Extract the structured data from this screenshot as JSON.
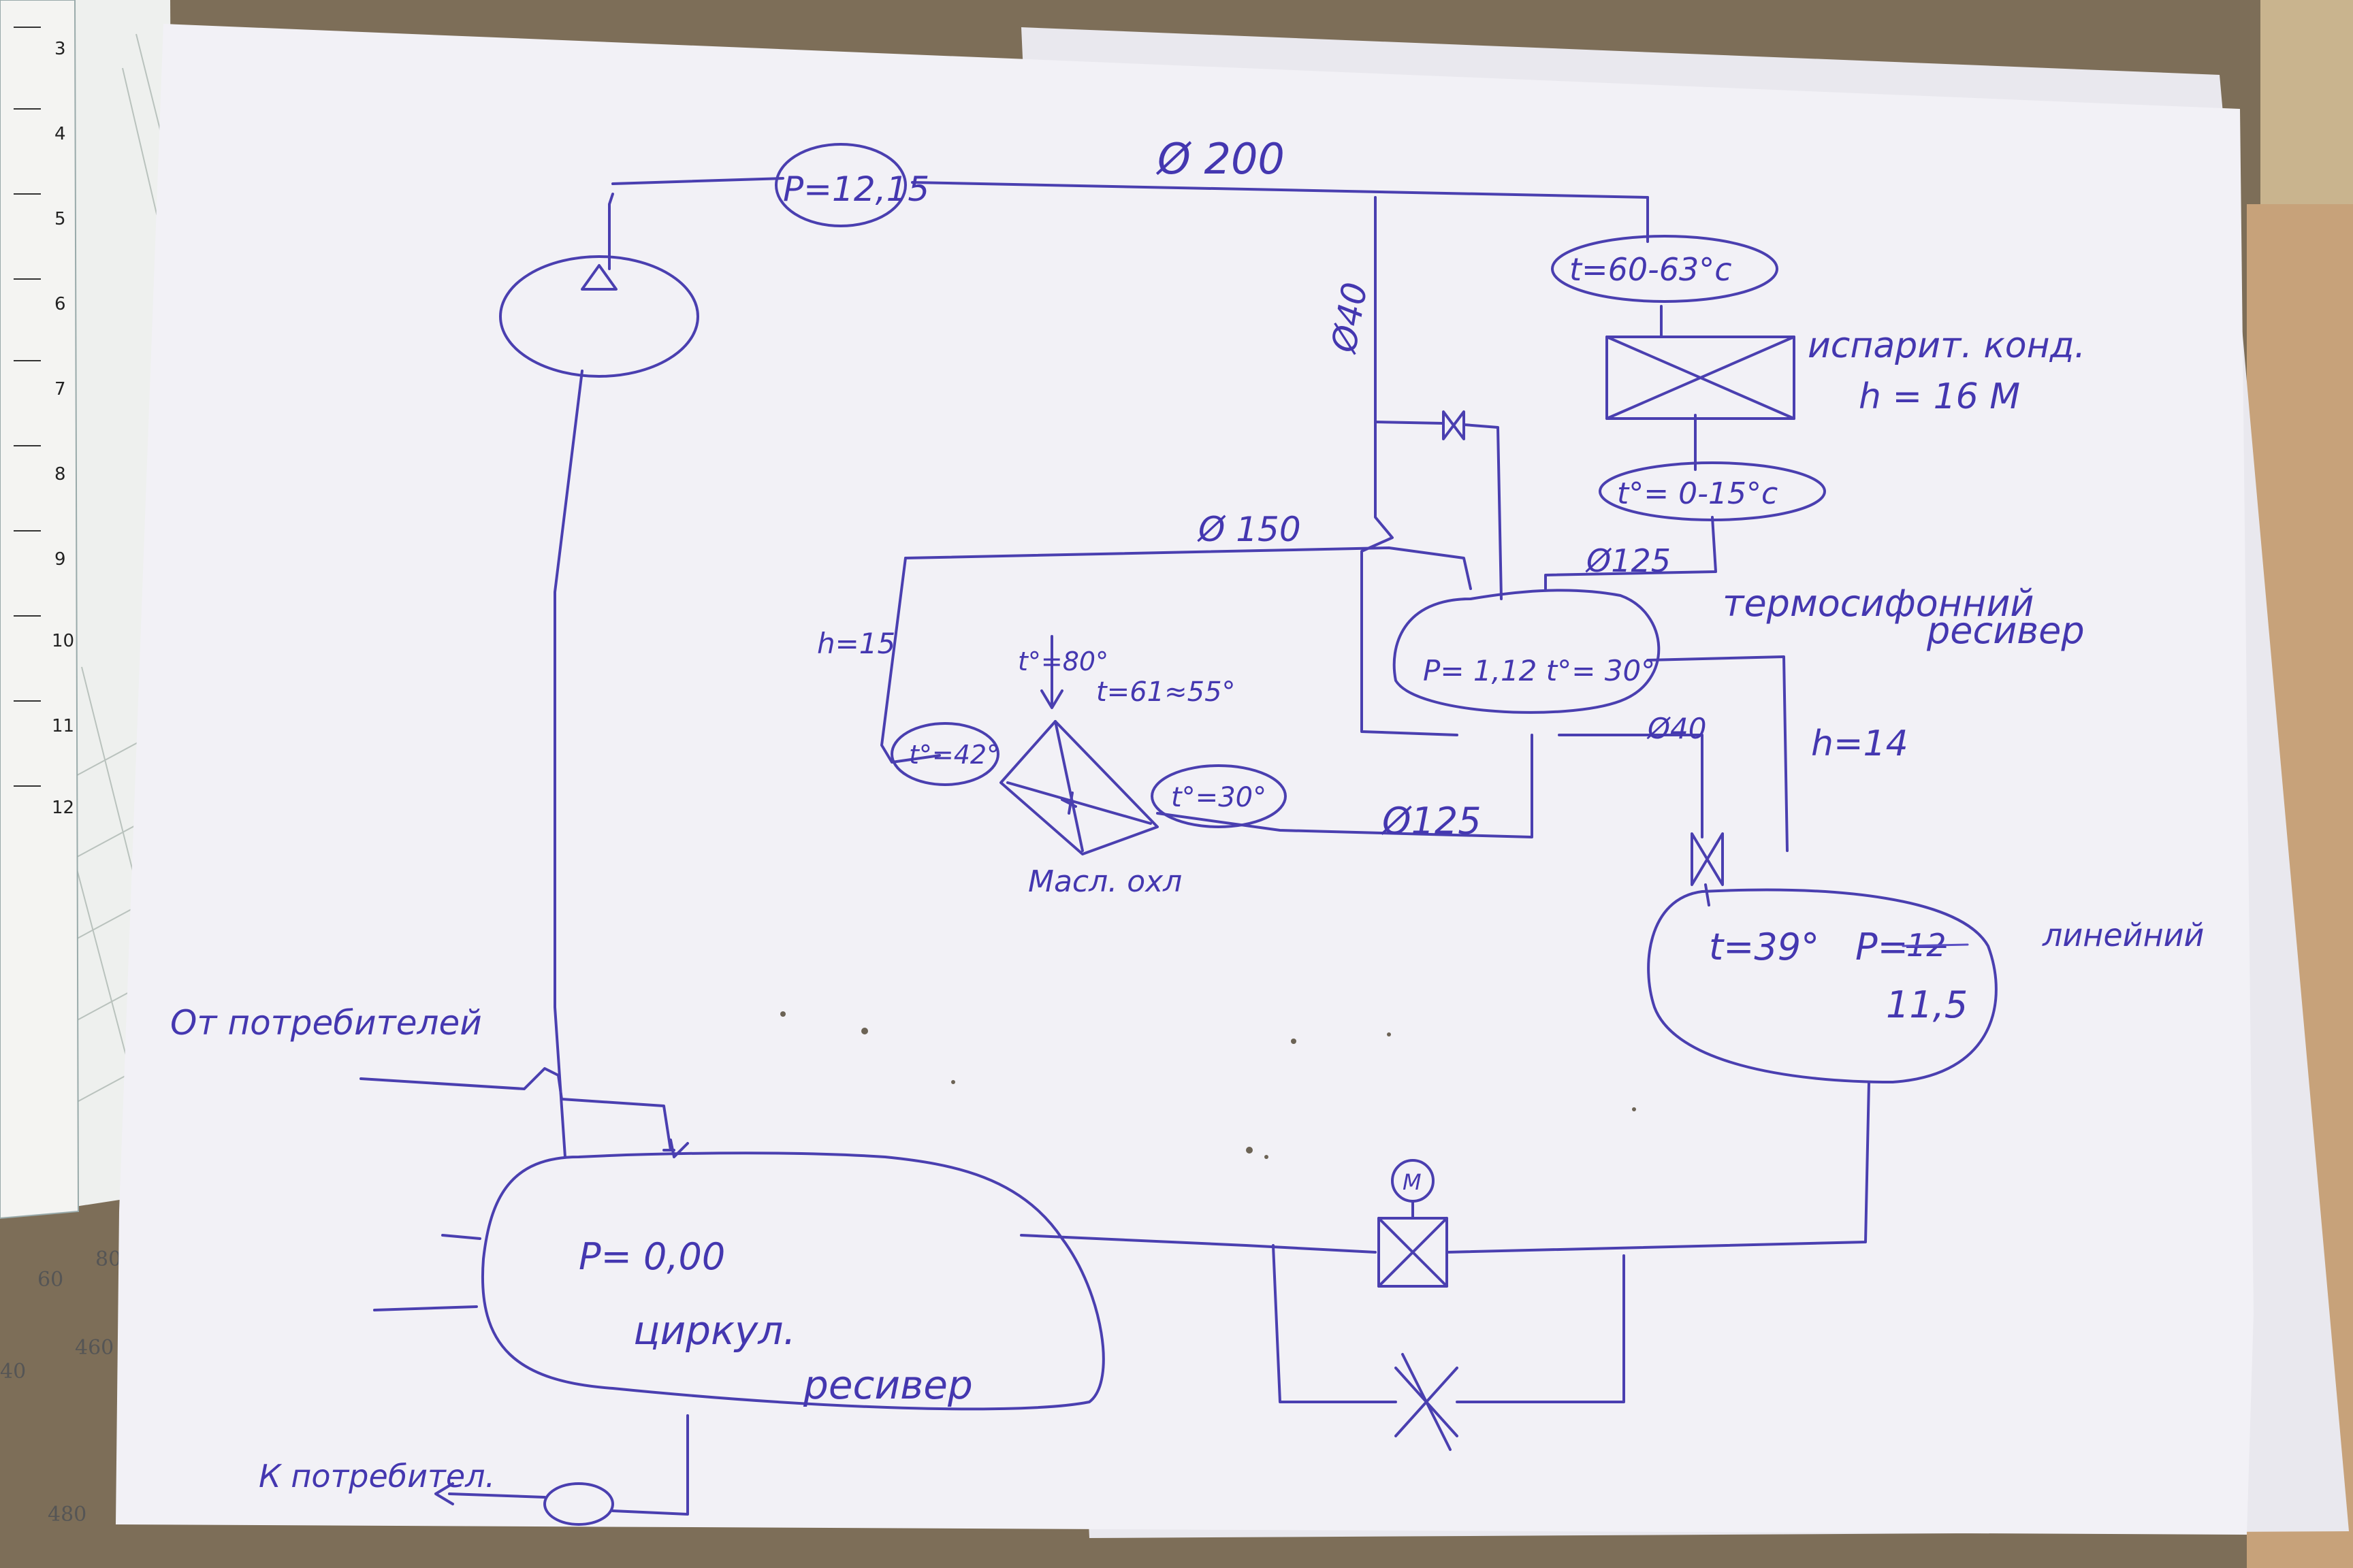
{
  "diagram": {
    "ink_color": "#4a3fb0",
    "paper_color": "#f2f1f6",
    "labels": {
      "p_top": "P=12,15",
      "d200": "Ø 200",
      "d40_vert": "Ø40",
      "t_hot": "t=60-63°c",
      "condenser": "испарит. конд.",
      "h16": "h = 16 М",
      "t_cold": "t°= 0-15°c",
      "d150": "Ø 150",
      "d125_top": "Ø125",
      "thermo_line1": "термосифонний",
      "thermo_line2": "ресивер",
      "thermo_inside": "P= 1,12   t°= 30°",
      "h15": "h=15",
      "t_in": "t°=80°",
      "t_out": "t=61≈55°",
      "t42": "t°=42°",
      "t30": "t°=30°",
      "d125_bot": "Ø125",
      "oil_cooler": "Масл. охл",
      "d40_right": "Ø40",
      "h14": "h=14",
      "linear_t": "t=39°",
      "linear_p": "P=",
      "linear_p_struck": "12",
      "linear_p_val": "11,5",
      "linear": "линейний",
      "from_consumers": "От потребителей",
      "circ_p": "P= 0,00",
      "circ_line1": "циркул.",
      "circ_line2": "ресивер",
      "to_consumers": "К потребител.",
      "motor": "М"
    },
    "ruler_numbers": [
      "3",
      "4",
      "5",
      "6",
      "7",
      "8",
      "9",
      "10",
      "11",
      "12"
    ],
    "scale_numbers": [
      "60",
      "80",
      "460",
      "40",
      "480"
    ]
  }
}
